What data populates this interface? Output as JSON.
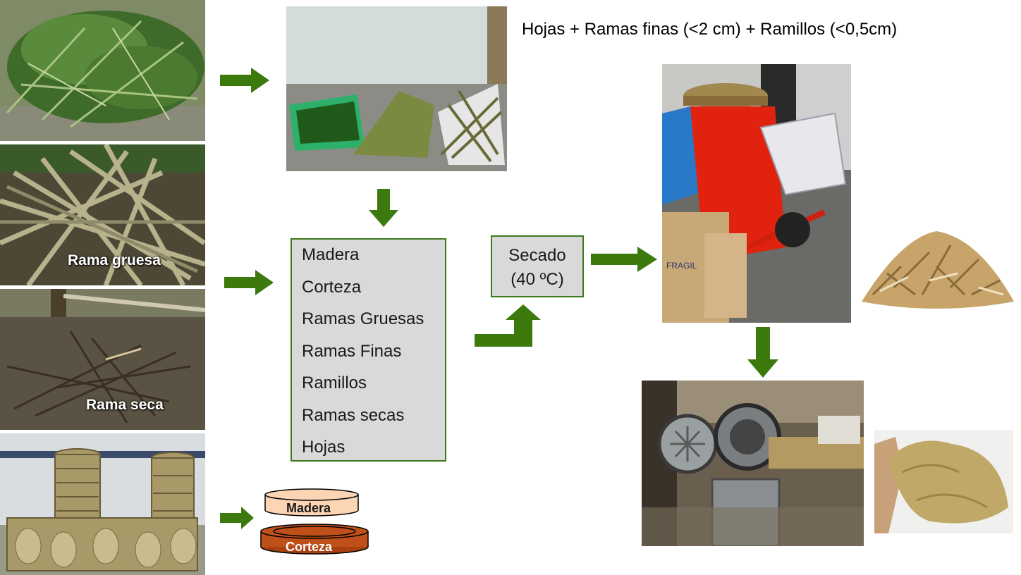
{
  "caption": "Hojas + Ramas finas (<2 cm) + Ramillos (<0,5cm)",
  "photo_labels": {
    "thick_branch": "Rama gruesa",
    "dry_branch": "Rama seca"
  },
  "fractions": [
    "Madera",
    "Corteza",
    "Ramas Gruesas",
    "Ramas Finas",
    "Ramillos",
    "Ramas secas",
    "Hojas"
  ],
  "drying": {
    "line1": "Secado",
    "line2": "(40 ºC)"
  },
  "disk": {
    "top": "Madera",
    "bottom": "Corteza"
  },
  "colors": {
    "arrow": "#3d7a0e",
    "box_fill": "#d9d9d9",
    "box_border": "#3a7a1a",
    "wood": "#fcd5b4",
    "bark": "#c0501a"
  }
}
